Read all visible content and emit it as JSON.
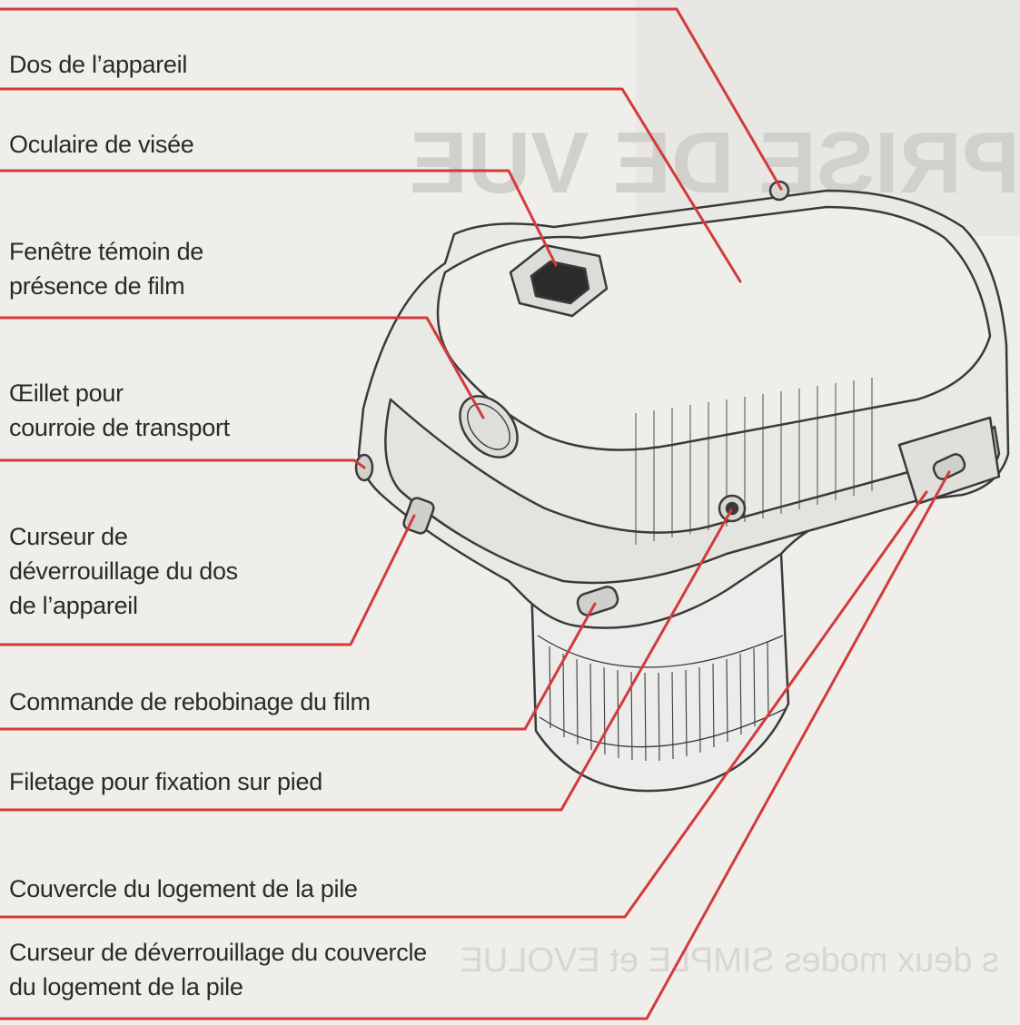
{
  "colors": {
    "background": "#efeeea",
    "leader_line": "#d43a3a",
    "label_text": "#2a2a2a",
    "camera_body": "#e7e7e4",
    "camera_outline": "#3a3a3a",
    "faded_backdrop": "#c9c9c4"
  },
  "backdrop": {
    "heading_mirrored": "PRISE DE VUE",
    "bottom_mirrored": "s deux modes SIMPLE et EVOLUE"
  },
  "labels": [
    {
      "id": "dos",
      "lines": [
        "Dos de l’appareil"
      ]
    },
    {
      "id": "oculaire",
      "lines": [
        "Oculaire de visée"
      ]
    },
    {
      "id": "fenetre",
      "lines": [
        "Fenêtre témoin de",
        "présence de film"
      ]
    },
    {
      "id": "oeillet",
      "lines": [
        "Œillet pour",
        "courroie de transport"
      ]
    },
    {
      "id": "curseur-dos",
      "lines": [
        "Curseur de",
        "déverrouillage du dos",
        "de l’appareil"
      ]
    },
    {
      "id": "rebobinage",
      "lines": [
        "Commande de rebobinage du film"
      ]
    },
    {
      "id": "filetage",
      "lines": [
        "Filetage pour fixation sur pied"
      ]
    },
    {
      "id": "couvercle",
      "lines": [
        "Couvercle du logement de la pile"
      ]
    },
    {
      "id": "curseur-couvercle",
      "lines": [
        "Curseur de déverrouillage du couvercle",
        "du logement de la pile"
      ]
    }
  ]
}
